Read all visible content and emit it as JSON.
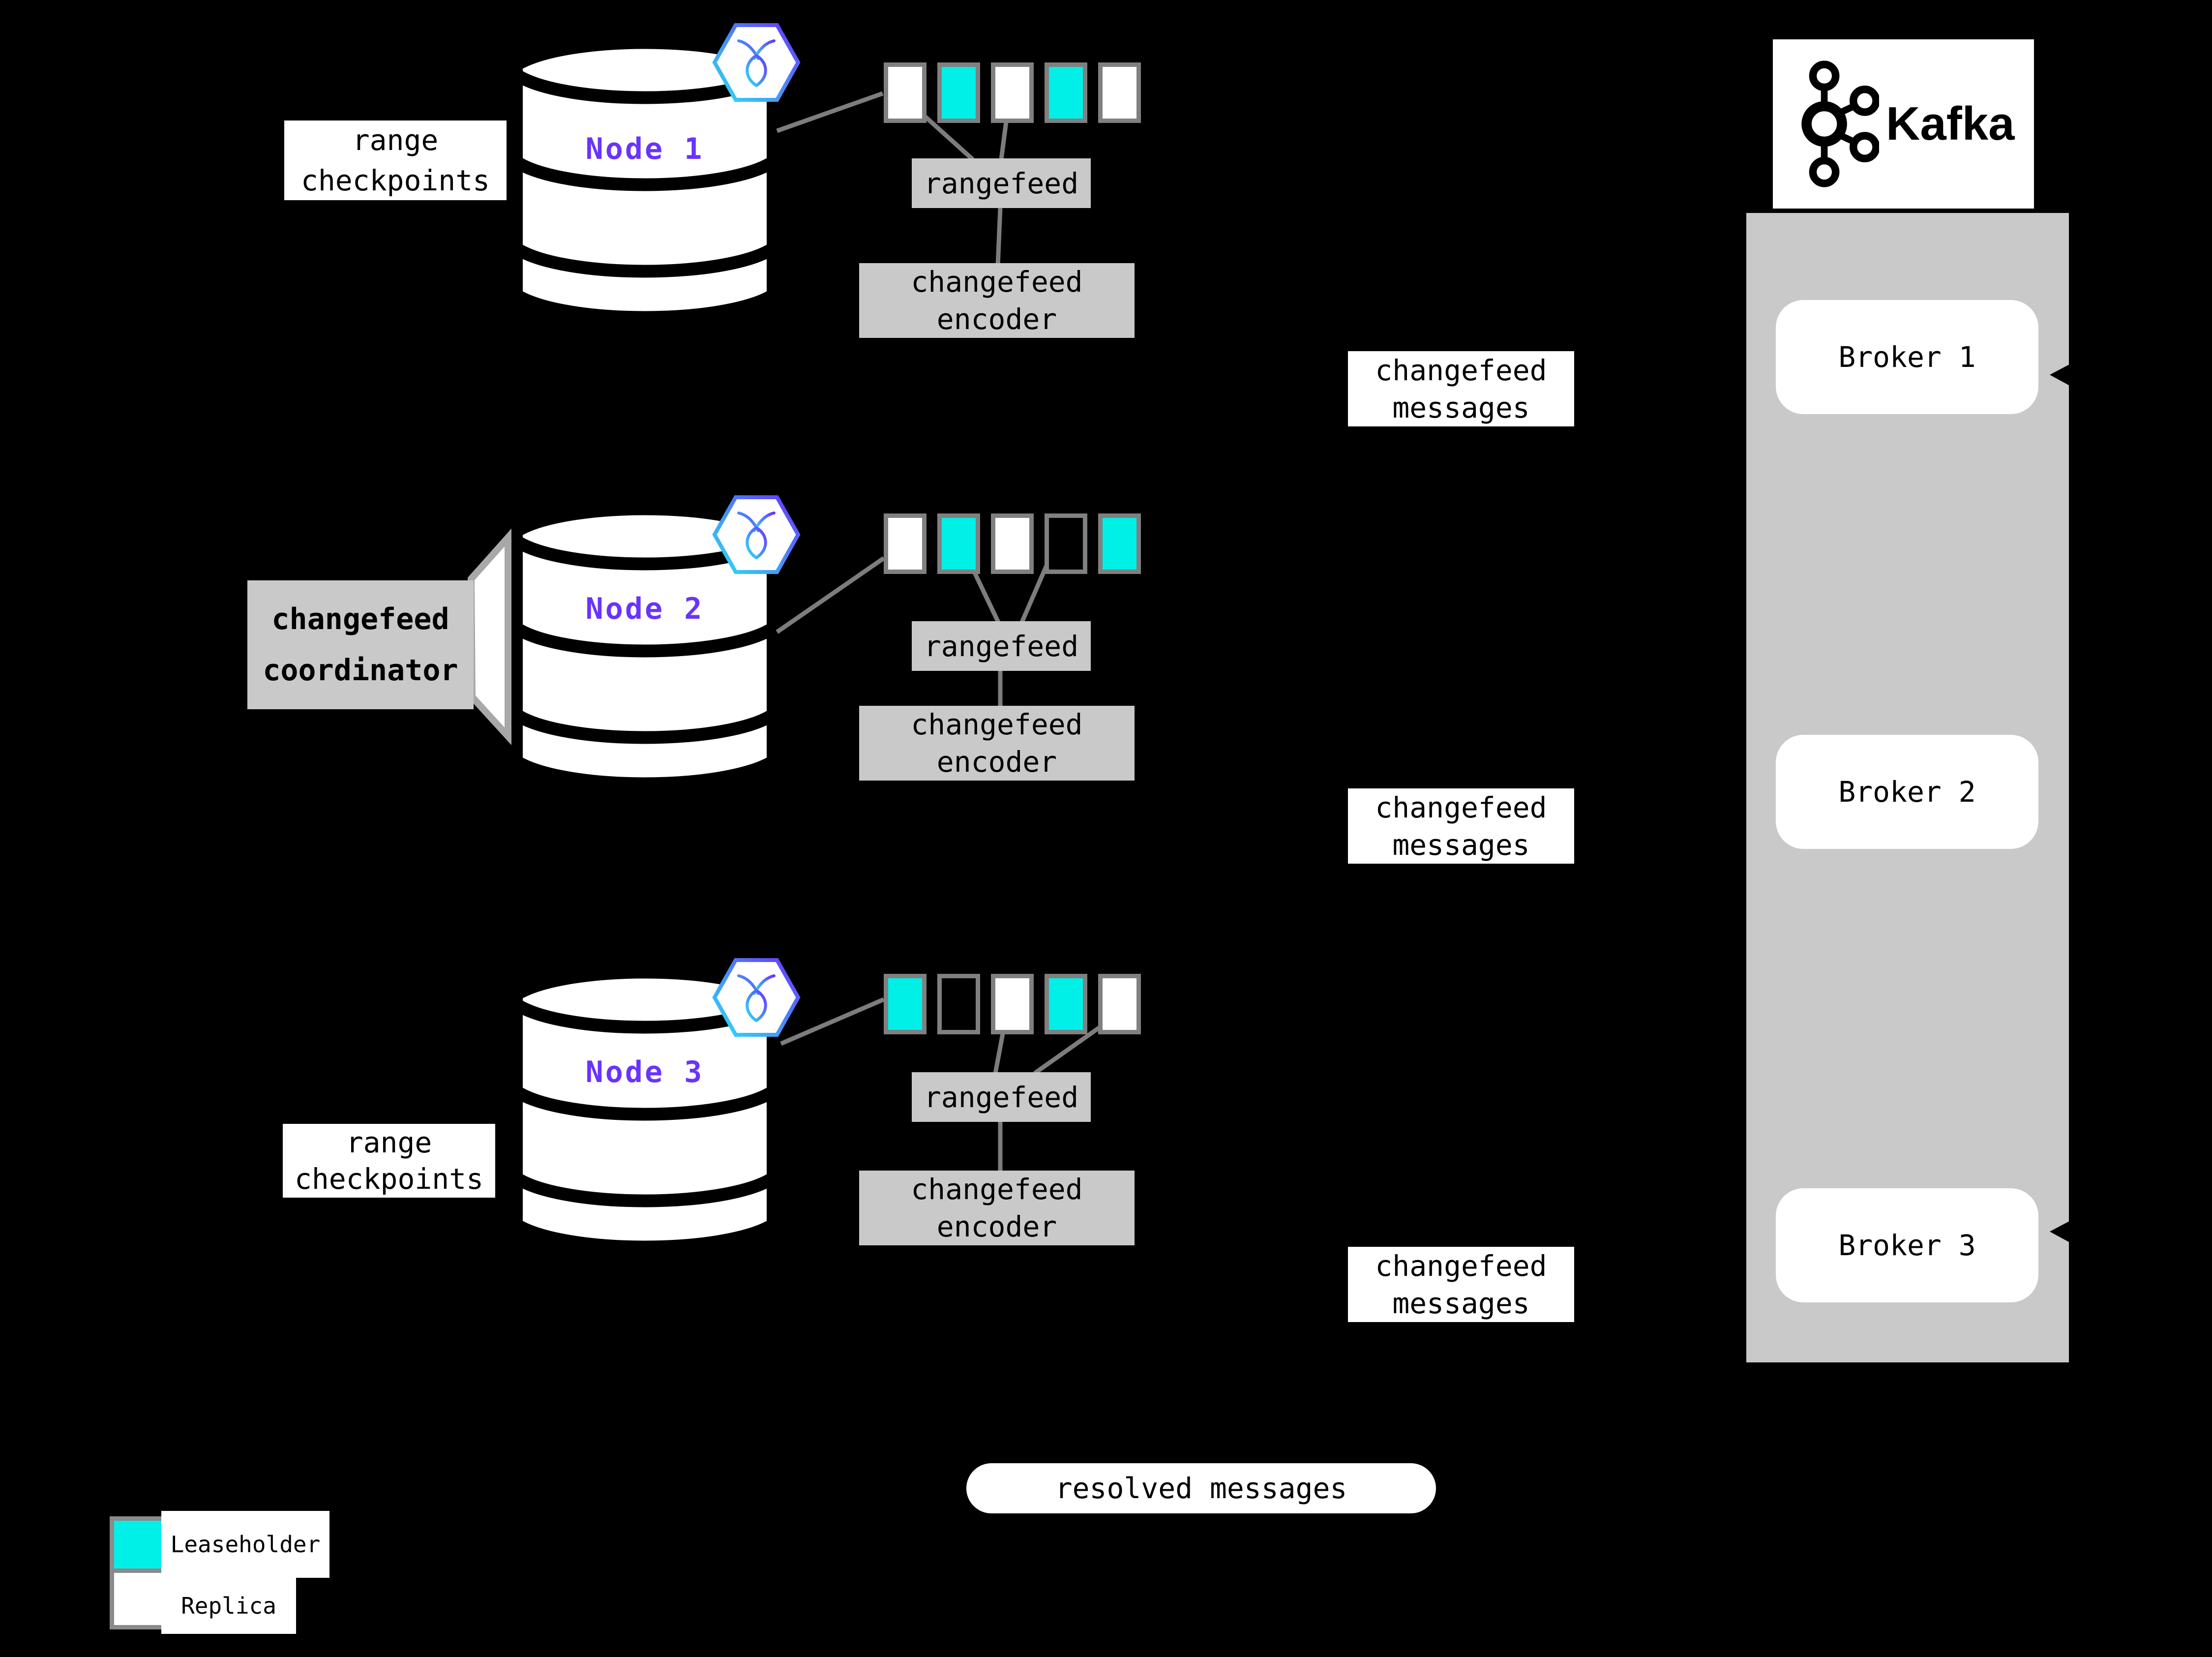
{
  "diagram_title": "changefeed architecture with Kafka sink",
  "colors": {
    "background": "#000000",
    "leaseholder": "#00EFE7",
    "replica": "#ffffff",
    "empty_range": "#000000",
    "gray_box": "#c9c9c9",
    "kafka_panel": "#c9c9c9",
    "connector_line": "#7d7d7d",
    "node_label": "#6933ff",
    "range_border": "#808080",
    "logo_gradient_start": "#2BE0F2",
    "logo_gradient_end": "#6933ff"
  },
  "checkpoints": {
    "line1": "range",
    "line2": "checkpoints"
  },
  "coordinator": {
    "line1": "changefeed",
    "line2": "coordinator"
  },
  "nodes": [
    {
      "label": "Node 1",
      "rects": [
        "replica",
        "leaseholder",
        "replica",
        "leaseholder",
        "replica"
      ],
      "rangefeed_label": "rangefeed",
      "encoder_line1": "changefeed",
      "encoder_line2": "encoder",
      "messages_line1": "changefeed",
      "messages_line2": "messages"
    },
    {
      "label": "Node 2",
      "rects": [
        "replica",
        "leaseholder",
        "replica",
        "empty",
        "leaseholder"
      ],
      "rangefeed_label": "rangefeed",
      "encoder_line1": "changefeed",
      "encoder_line2": "encoder",
      "messages_line1": "changefeed",
      "messages_line2": "messages"
    },
    {
      "label": "Node 3",
      "rects": [
        "leaseholder",
        "empty",
        "replica",
        "leaseholder",
        "replica"
      ],
      "rangefeed_label": "rangefeed",
      "encoder_line1": "changefeed",
      "encoder_line2": "encoder",
      "messages_line1": "changefeed",
      "messages_line2": "messages"
    }
  ],
  "kafka": {
    "title": "Kafka",
    "brokers": [
      {
        "label": "Broker 1"
      },
      {
        "label": "Broker 2"
      },
      {
        "label": "Broker 3"
      }
    ]
  },
  "resolved": {
    "label": "resolved messages"
  },
  "legend": {
    "items": [
      {
        "label": "Leaseholder",
        "key": "leaseholder"
      },
      {
        "label": "Replica",
        "key": "replica"
      }
    ]
  }
}
